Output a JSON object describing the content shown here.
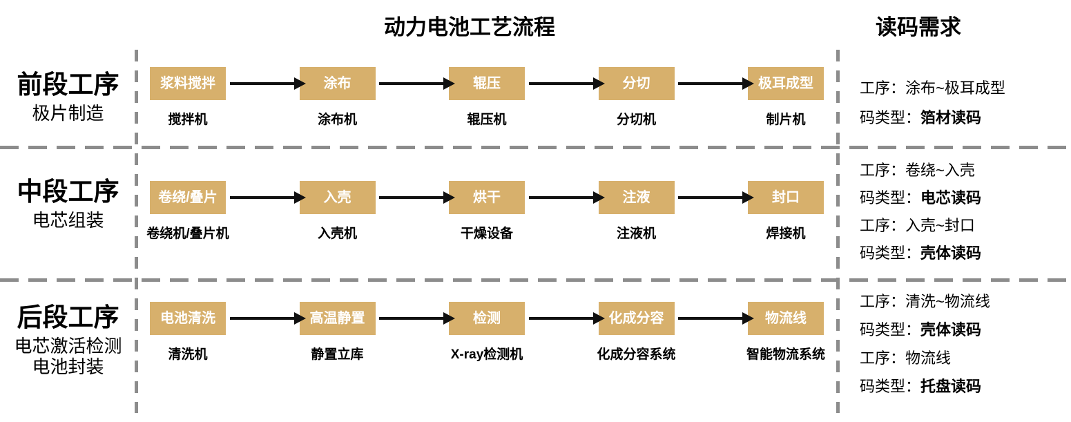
{
  "titles": {
    "flow": "动力电池工艺流程",
    "requirements": "读码需求"
  },
  "colors": {
    "box_fill": "#d7b06c",
    "box_text": "#ffffff",
    "dash_gray": "#8c8c8c",
    "arrow": "#111111"
  },
  "rows": [
    {
      "stage": {
        "title": "前段工序",
        "subtitles": [
          "极片制造"
        ]
      },
      "steps": [
        {
          "box": "浆料搅拌",
          "machine": "搅拌机"
        },
        {
          "box": "涂布",
          "machine": "涂布机"
        },
        {
          "box": "辊压",
          "machine": "辊压机"
        },
        {
          "box": "分切",
          "machine": "分切机"
        },
        {
          "box": "极耳成型",
          "machine": "制片机"
        }
      ],
      "requirements": [
        {
          "prefix": "工序：",
          "value": "涂布~极耳成型",
          "bold": false
        },
        {
          "prefix": "码类型：",
          "value": "箔材读码",
          "bold": true
        }
      ]
    },
    {
      "stage": {
        "title": "中段工序",
        "subtitles": [
          "电芯组装"
        ]
      },
      "steps": [
        {
          "box": "卷绕/叠片",
          "machine": "卷绕机/叠片机"
        },
        {
          "box": "入壳",
          "machine": "入壳机"
        },
        {
          "box": "烘干",
          "machine": "干燥设备"
        },
        {
          "box": "注液",
          "machine": "注液机"
        },
        {
          "box": "封口",
          "machine": "焊接机"
        }
      ],
      "requirements": [
        {
          "prefix": "工序：",
          "value": "卷绕~入壳",
          "bold": false
        },
        {
          "prefix": "码类型：",
          "value": "电芯读码",
          "bold": true
        },
        {
          "prefix": "工序：",
          "value": "入壳~封口",
          "bold": false
        },
        {
          "prefix": "码类型：",
          "value": "壳体读码",
          "bold": true
        }
      ]
    },
    {
      "stage": {
        "title": "后段工序",
        "subtitles": [
          "电芯激活检测",
          "电池封装"
        ]
      },
      "steps": [
        {
          "box": "电池清洗",
          "machine": "清洗机"
        },
        {
          "box": "高温静置",
          "machine": "静置立库"
        },
        {
          "box": "检测",
          "machine": "X-ray检测机"
        },
        {
          "box": "化成分容",
          "machine": "化成分容系统"
        },
        {
          "box": "物流线",
          "machine": "智能物流系统"
        }
      ],
      "requirements": [
        {
          "prefix": "工序：",
          "value": "清洗~物流线",
          "bold": false
        },
        {
          "prefix": "码类型：",
          "value": "壳体读码",
          "bold": true
        },
        {
          "prefix": "工序：",
          "value": "物流线",
          "bold": false
        },
        {
          "prefix": "码类型：",
          "value": "托盘读码",
          "bold": true
        }
      ]
    }
  ]
}
